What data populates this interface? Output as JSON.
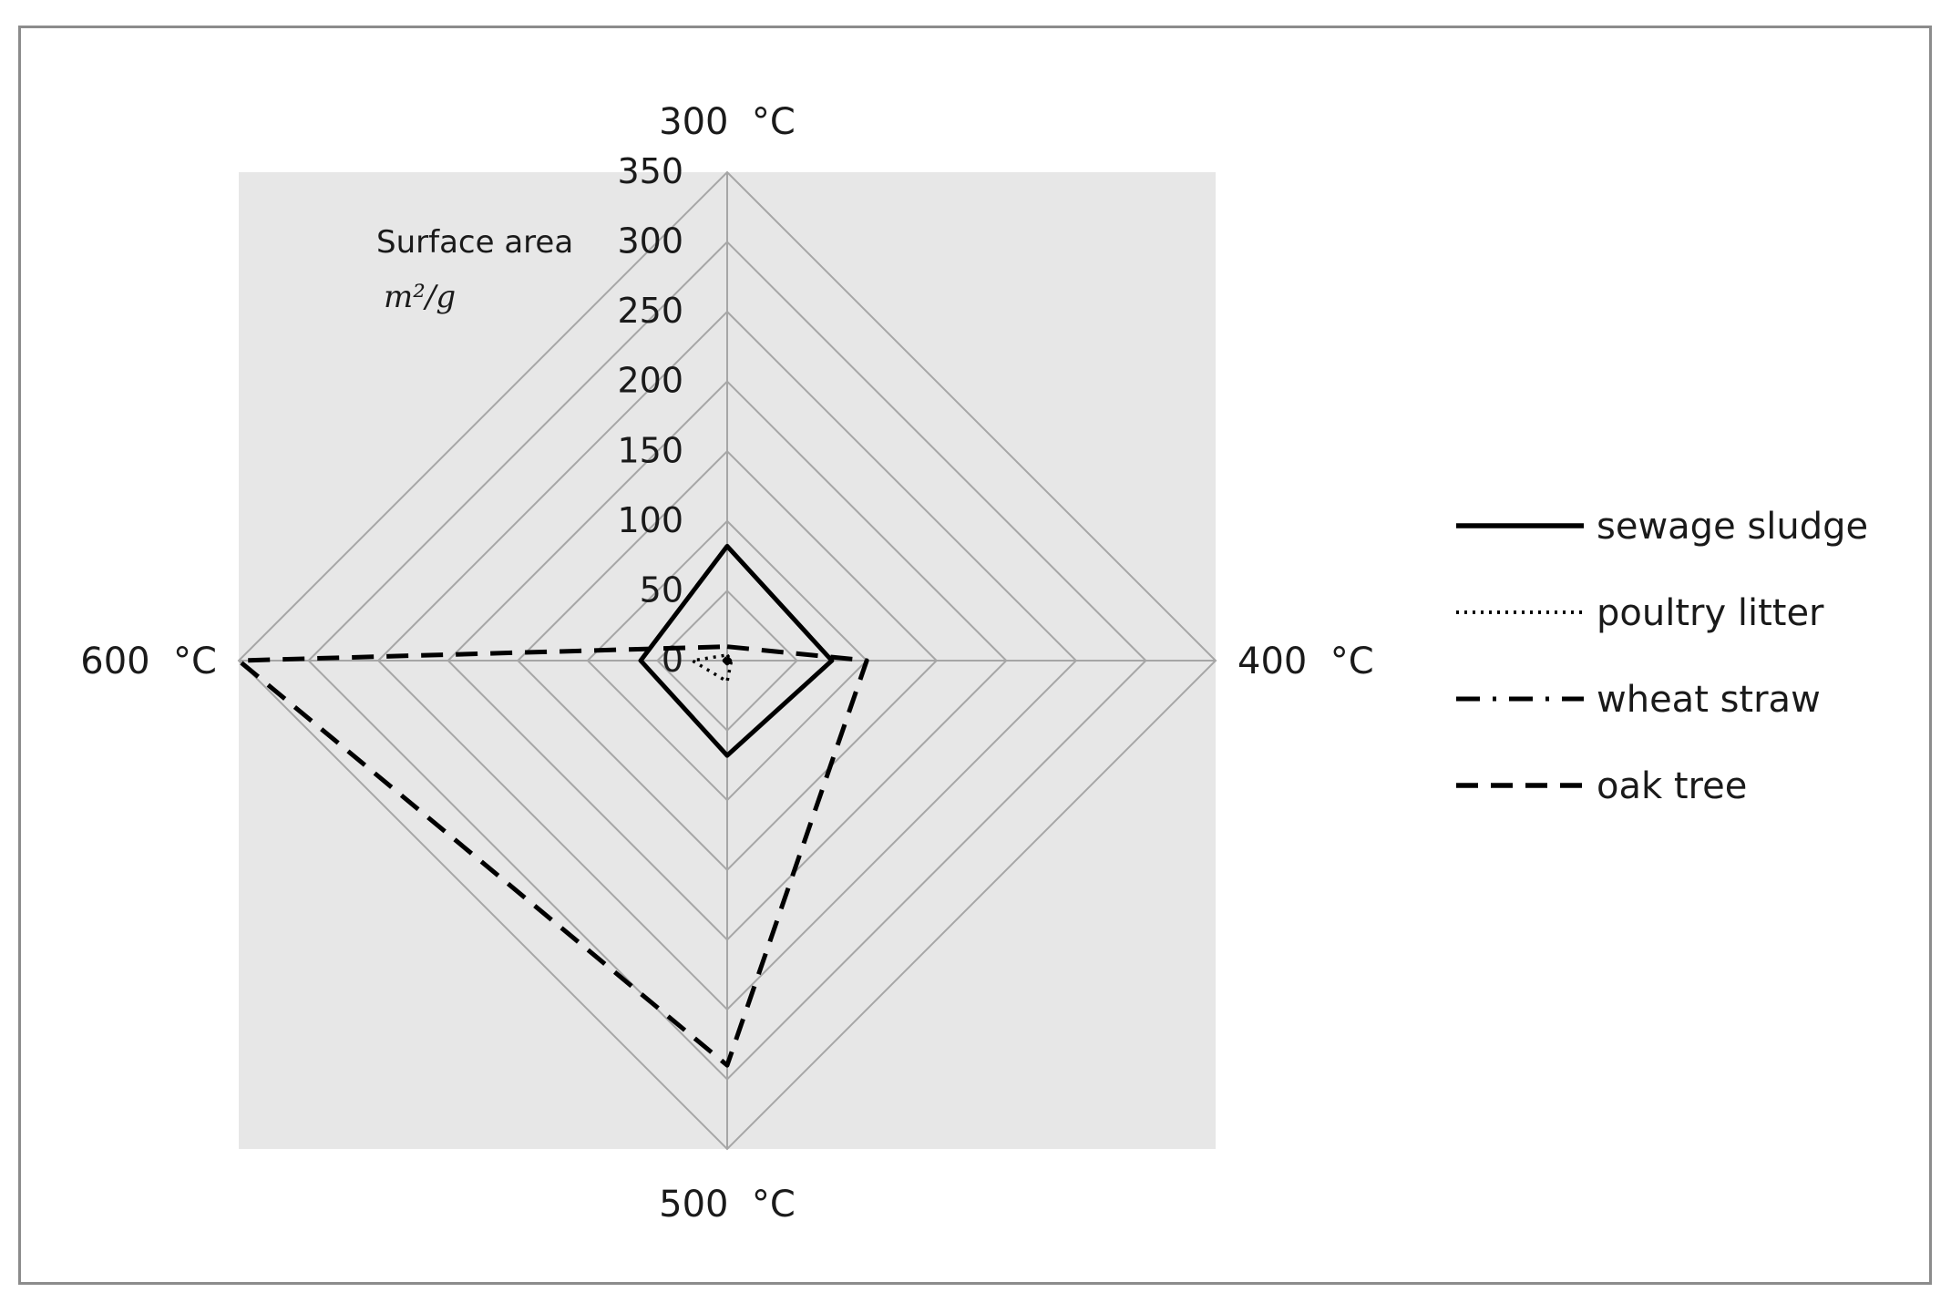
{
  "chart_data": {
    "type": "radar",
    "unit_label": {
      "line1": "Surface area",
      "line2": "m²/g"
    },
    "axes": [
      "300  °C",
      "400  °C",
      "500  °C",
      "600  °C"
    ],
    "rlim": [
      0,
      350
    ],
    "ticks": [
      "0",
      "50",
      "100",
      "150",
      "200",
      "250",
      "300",
      "350"
    ],
    "tick_values": [
      0,
      50,
      100,
      150,
      200,
      250,
      300,
      350
    ],
    "grid": true,
    "legend_position": "right",
    "series": [
      {
        "name": "sewage sludge",
        "style": "solid",
        "values": [
          82,
          75,
          68,
          62
        ]
      },
      {
        "name": "poultry litter",
        "style": "dotted",
        "values": [
          4,
          3,
          15,
          25
        ]
      },
      {
        "name": "wheat straw",
        "style": "dashdot",
        "values": [
          2,
          2,
          2,
          2
        ]
      },
      {
        "name": "oak tree",
        "style": "dashed",
        "values": [
          10,
          100,
          290,
          350
        ]
      }
    ],
    "colors": {
      "plot_background": "#e7e7e7",
      "grid": "#a6a6a6",
      "series": "#000000"
    }
  }
}
